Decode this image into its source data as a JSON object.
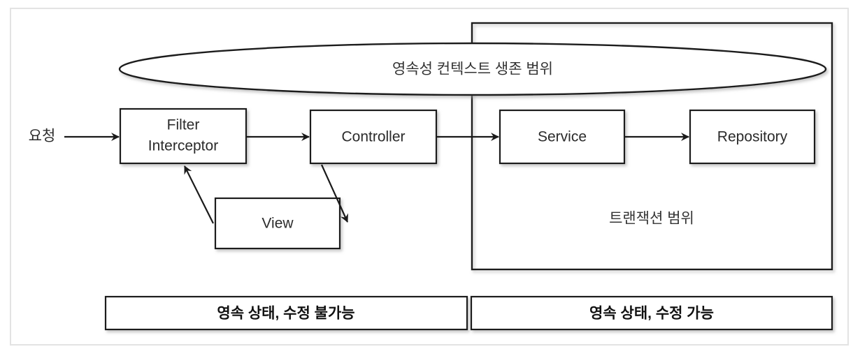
{
  "diagram": {
    "title": "영속성 컨텍스트 생존 범위",
    "scopes": {
      "persistence_context": "영속성 컨텍스트 생존 범위",
      "transaction": "트랜잭션 범위"
    },
    "entry_label": "요청",
    "nodes": [
      {
        "id": "filter",
        "line1": "Filter",
        "line2": "Interceptor"
      },
      {
        "id": "controller",
        "label": "Controller"
      },
      {
        "id": "service",
        "label": "Service"
      },
      {
        "id": "repository",
        "label": "Repository"
      },
      {
        "id": "view",
        "label": "View"
      }
    ],
    "legend": [
      {
        "id": "legend-left",
        "label": "영속 상태, 수정 불가능"
      },
      {
        "id": "legend-right",
        "label": "영속 상태, 수정 가능"
      }
    ],
    "colors": {
      "stroke": "#1a1a1a",
      "frame": "#e3e3e3",
      "background": "#ffffff",
      "text": "#2b2b2b",
      "shadow": "#bdbdbd"
    }
  }
}
